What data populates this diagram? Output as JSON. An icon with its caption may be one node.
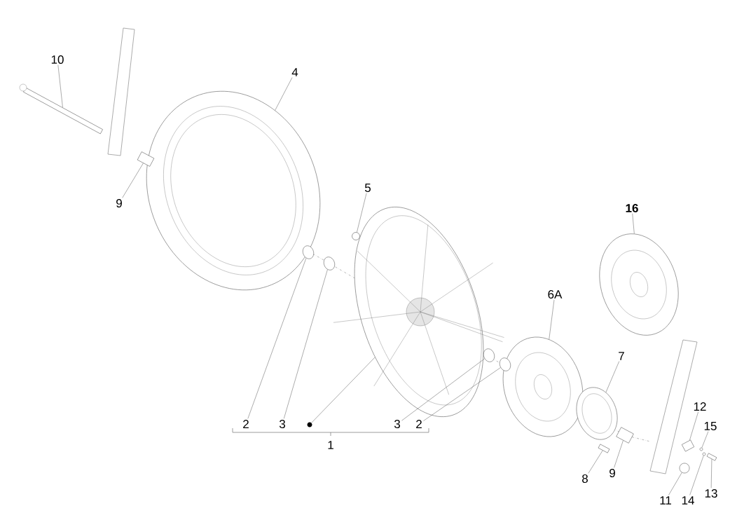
{
  "diagram": {
    "nodes": [
      {
        "text": [
          "10"
        ]
      },
      {
        "text": [],
        "shape": "bar"
      },
      {
        "text": [
          "4"
        ]
      },
      {
        "text": [],
        "shape": "picture"
      },
      {
        "text": [
          "9"
        ]
      },
      {
        "text": [],
        "shape": "picture"
      },
      {
        "text": [
          "5"
        ]
      },
      {
        "text": [],
        "shape": "circle"
      },
      {
        "text": [
          "16"
        ]
      },
      {
        "text": [],
        "shape": "picture"
      },
      {
        "text": [],
        "shape": "picture"
      },
      {
        "text": [],
        "shape": "picture"
      },
      {
        "text": [],
        "shape": "picture"
      },
      {
        "text": [
          "6A"
        ]
      },
      {
        "text": [],
        "shape": "picture"
      },
      {
        "text": [],
        "shape": "picture"
      },
      {
        "text": [],
        "shape": "picture"
      },
      {
        "text": [
          "7"
        ]
      },
      {
        "text": [],
        "shape": "picture"
      },
      {
        "text": [
          "12"
        ]
      },
      {
        "text": [],
        "shape": "picture"
      },
      {
        "text": [
          "15"
        ]
      },
      {
        "text": [],
        "shape": "circle"
      },
      {
        "text": [
          "2"
        ]
      },
      {
        "text": [
          "3"
        ]
      },
      {
        "text": [],
        "shape": "circle"
      },
      {
        "text": [
          "3"
        ]
      },
      {
        "text": [
          "2"
        ]
      },
      {
        "text": [],
        "shape": "picture"
      },
      {
        "text": [],
        "shape": "picture"
      },
      {
        "text": [],
        "shape": "circle"
      },
      {
        "text": [],
        "shape": "circle"
      },
      {
        "text": [],
        "shape": "box"
      },
      {
        "text": [
          "8"
        ]
      },
      {
        "text": [
          "9"
        ]
      },
      {
        "text": [
          "11"
        ]
      },
      {
        "text": [
          "14"
        ]
      },
      {
        "text": [
          "13"
        ]
      }
    ],
    "edges": [
      {
        "from": 0,
        "to": 1,
        "arrow": "none"
      },
      {
        "from": 2,
        "to": 3,
        "arrow": "none"
      },
      {
        "from": 4,
        "to": 5,
        "arrow": "none"
      },
      {
        "from": 6,
        "to": 7,
        "arrow": "none"
      },
      {
        "from": 8,
        "to": 9,
        "arrow": "none"
      },
      {
        "from": 23,
        "to": 10,
        "arrow": "none"
      },
      {
        "from": 24,
        "to": 11,
        "arrow": "none"
      },
      {
        "from": 25,
        "to": 12,
        "arrow": "none"
      },
      {
        "from": 13,
        "to": 14,
        "arrow": "none"
      },
      {
        "from": 26,
        "to": 15,
        "arrow": "none"
      },
      {
        "from": 27,
        "to": 16,
        "arrow": "none"
      },
      {
        "from": 17,
        "to": 18,
        "arrow": "none"
      },
      {
        "from": 19,
        "to": 20,
        "arrow": "none"
      },
      {
        "from": 21,
        "to": 22,
        "arrow": "none"
      },
      {
        "from": 33,
        "to": 29,
        "arrow": "none"
      },
      {
        "from": 34,
        "to": 28,
        "arrow": "none"
      },
      {
        "from": 35,
        "to": 30,
        "arrow": "none"
      },
      {
        "from": 36,
        "to": 31,
        "arrow": "none"
      },
      {
        "from": 37,
        "to": 32,
        "arrow": "none"
      }
    ],
    "labels": [
      "1"
    ]
  }
}
